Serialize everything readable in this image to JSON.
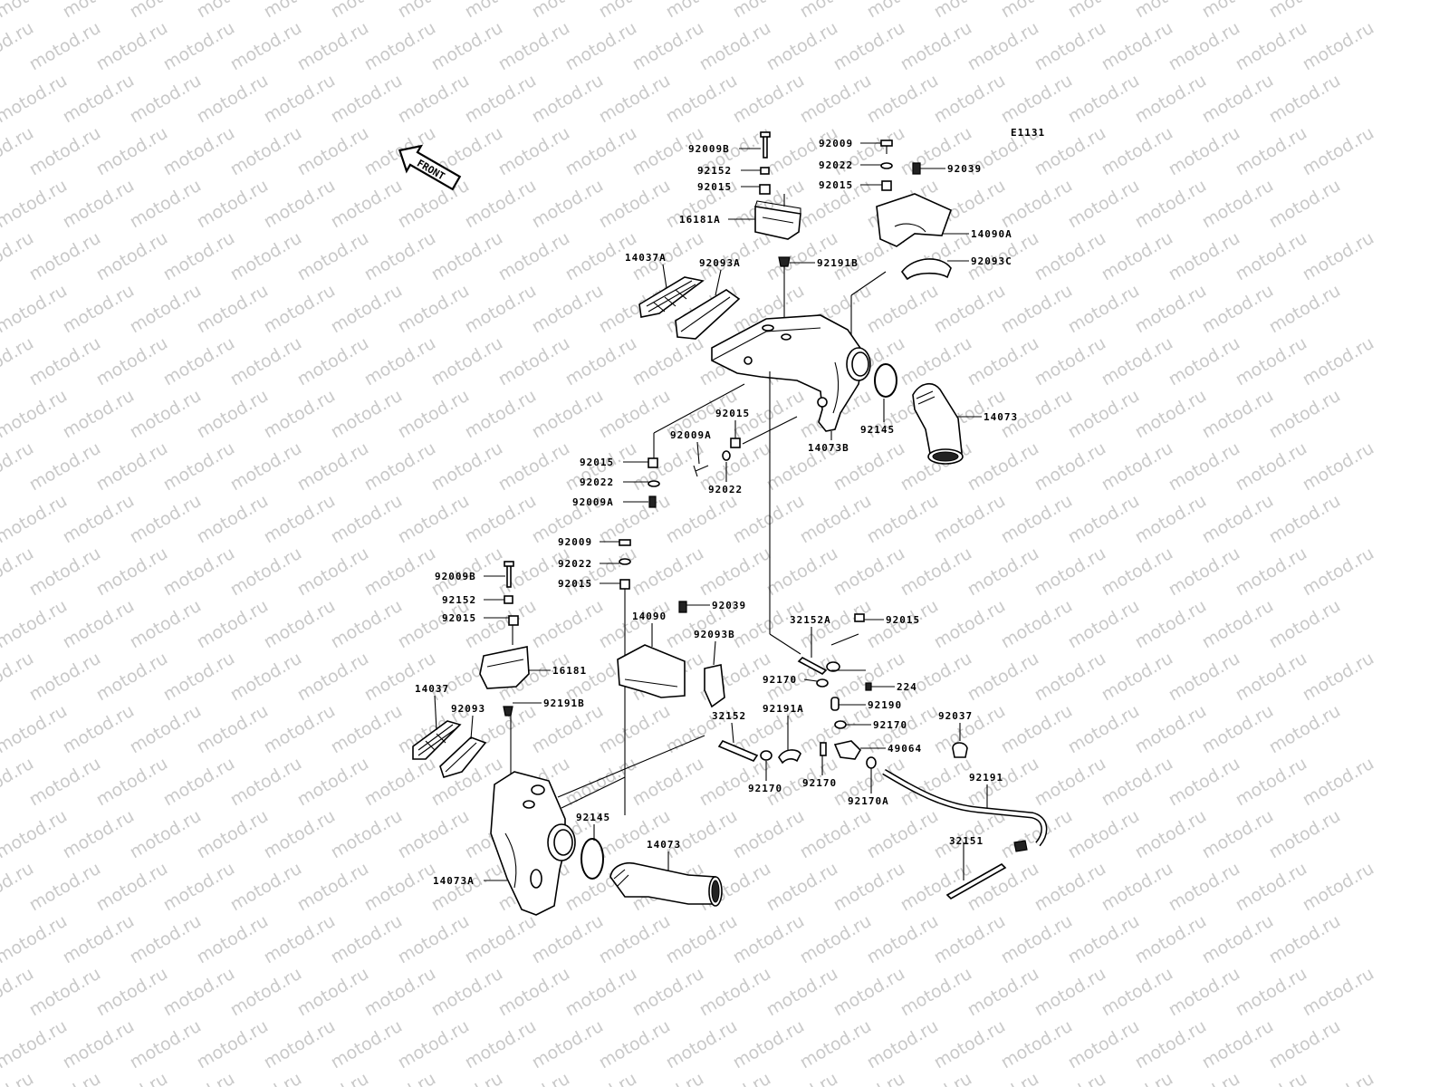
{
  "watermark": "motod.ru",
  "drawing_code": "E1131",
  "front_label": "FRONT",
  "labels": {
    "p92009B_top": "92009B",
    "p92152_top": "92152",
    "p92015_top": "92015",
    "p16181A": "16181A",
    "p92191B_top": "92191B",
    "p92009_top": "92009",
    "p92022_top": "92022",
    "p92015_tr": "92015",
    "p92039_top": "92039",
    "p14090A": "14090A",
    "p92093C": "92093C",
    "p14037A": "14037A",
    "p92093A": "92093A",
    "p92015_mid": "92015",
    "p92009A_mid": "92009A",
    "p92015_left": "92015",
    "p92022_left": "92022",
    "p92009A_left": "92009A",
    "p92022_mid": "92022",
    "p14073B": "14073B",
    "p92145_top": "92145",
    "p14073_top": "14073",
    "p92009_low": "92009",
    "p92022_low": "92022",
    "p92015_low": "92015",
    "p92009B_low": "92009B",
    "p92152_low": "92152",
    "p92015_low2": "92015",
    "p16181": "16181",
    "p14037": "14037",
    "p92093": "92093",
    "p92191B_low": "92191B",
    "p14090": "14090",
    "p92039_low": "92039",
    "p92093B": "92093B",
    "p32152A": "32152A",
    "p92015_right": "92015",
    "p92170_a": "92170",
    "p224": "224",
    "p92190": "92190",
    "p92170_b": "92170",
    "p92037": "92037",
    "p32152": "32152",
    "p92191A": "92191A",
    "p49064": "49064",
    "p92170_c": "92170",
    "p92170_d": "92170",
    "p92170A": "92170A",
    "p92191": "92191",
    "p92145_low": "92145",
    "p14073_low": "14073",
    "p32151": "32151",
    "p14073A": "14073A"
  }
}
